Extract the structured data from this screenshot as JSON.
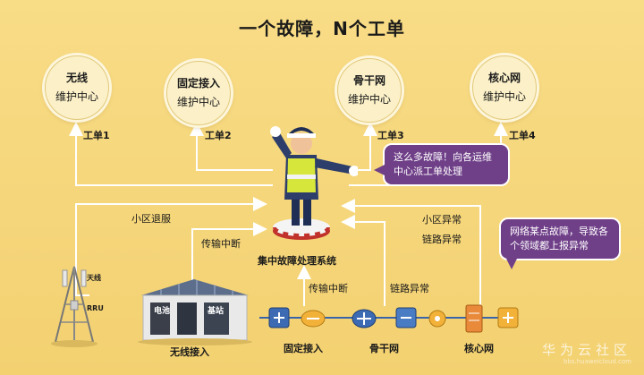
{
  "title": "一个故障，N个工单",
  "centers": [
    {
      "name": "无线",
      "sub": "维护中心"
    },
    {
      "name": "固定接入",
      "sub": "维护中心"
    },
    {
      "name": "骨干网",
      "sub": "维护中心"
    },
    {
      "name": "核心网",
      "sub": "维护中心"
    }
  ],
  "tickets": [
    "工单1",
    "工单2",
    "工单3",
    "工单4"
  ],
  "bubble_dispatch": "这么多故障！向各运维中心派工单处理",
  "bubble_domains": "网络某点故障，导致各个领域都上报异常",
  "system_label": "集中故障处理系统",
  "edge_labels": {
    "cell_out": "小区退服",
    "trans_break_left": "传输中断",
    "cell_abnormal": "小区异常",
    "link_abnormal_right": "链路异常",
    "trans_break_mid": "传输中断",
    "link_abnormal_mid": "链路异常"
  },
  "site": {
    "antenna": "天线",
    "rru": "RRU",
    "battery": "电池",
    "bbu": "基站"
  },
  "bottom_labels": {
    "wireless": "无线接入",
    "fixed": "固定接入",
    "backbone": "骨干网",
    "core": "核心网"
  },
  "watermark": "华为云社区",
  "watermark_url": "bbs.huaweicloud.com"
}
